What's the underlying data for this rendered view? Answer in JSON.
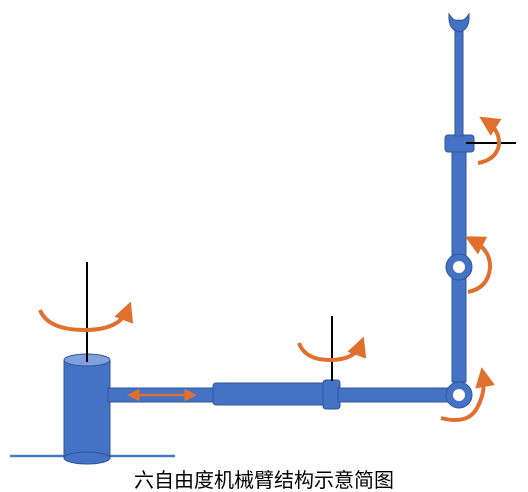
{
  "diagram": {
    "caption": "六自由度机械臂结构示意简图",
    "colors": {
      "link_fill": "#4472c4",
      "link_stroke": "#2f5597",
      "arrow": "#e0702e",
      "axis": "#000000",
      "ground": "#4a78c6",
      "joint_hole": "#ffffff"
    },
    "joints": [
      {
        "id": "joint-1",
        "kind": "revolute",
        "icon": "rotation-arrow"
      },
      {
        "id": "joint-2",
        "kind": "prismatic",
        "icon": "double-arrow"
      },
      {
        "id": "joint-3",
        "kind": "revolute",
        "icon": "rotation-arrow"
      },
      {
        "id": "joint-4",
        "kind": "revolute",
        "icon": "rotation-arrow"
      },
      {
        "id": "joint-5",
        "kind": "revolute",
        "icon": "rotation-arrow"
      },
      {
        "id": "joint-6",
        "kind": "revolute",
        "icon": "rotation-arrow"
      }
    ]
  }
}
